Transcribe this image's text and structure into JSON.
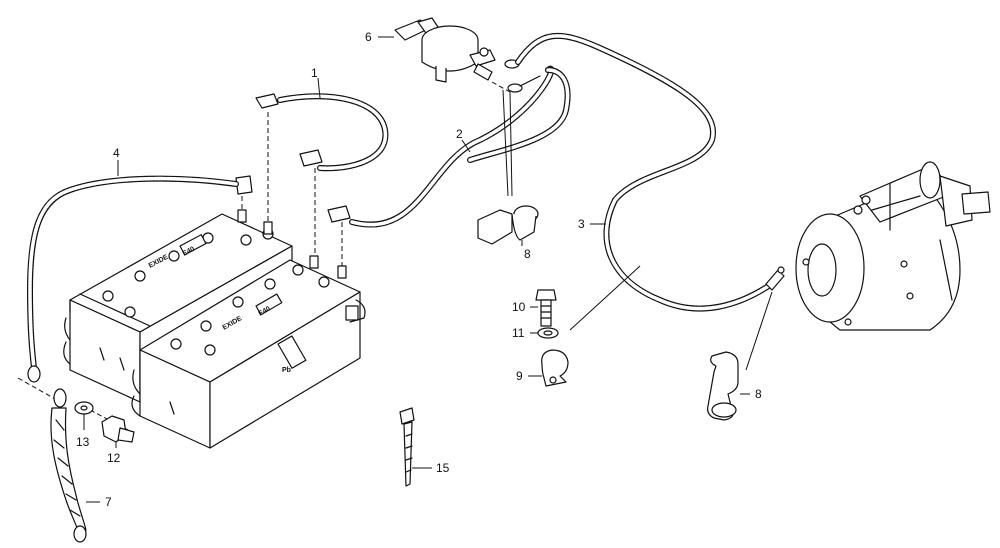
{
  "callouts": {
    "c1": "1",
    "c2": "2",
    "c3": "3",
    "c4": "4",
    "c6": "6",
    "c7": "7",
    "c8a": "8",
    "c8b": "8",
    "c9": "9",
    "c10": "10",
    "c11": "11",
    "c12": "12",
    "c13": "13",
    "c15": "15"
  },
  "battery_labels": {
    "rear_brand": "EXIDE",
    "rear_badge": "E40",
    "front_brand": "EXIDE",
    "front_badge": "E40",
    "pb_symbol": "Pb"
  },
  "colors": {
    "ink": "#111111",
    "background": "#ffffff"
  }
}
